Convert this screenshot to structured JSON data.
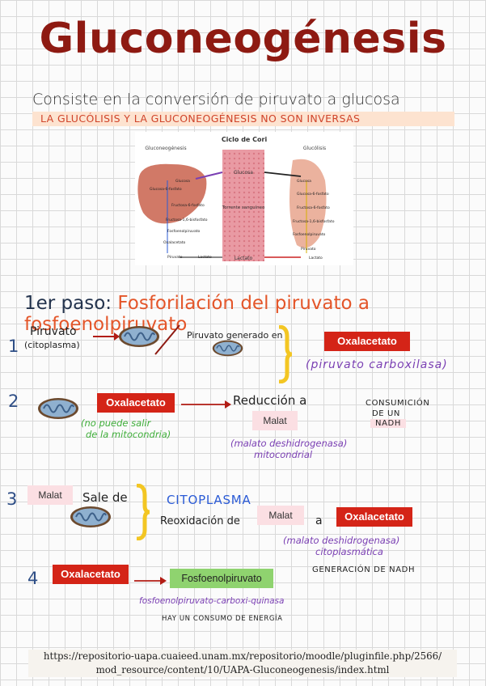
{
  "title": "Gluconeogénesis",
  "subtitle": "Consiste en la conversión de piruvato a glucosa",
  "banner": "LA GLUCÓLISIS Y LA GLUCONEOGÉNESIS NO SON INVERSAS",
  "diagram": {
    "title": "Ciclo de Cori",
    "left_label": "Gluconeogénesis",
    "right_label": "Glucólisis",
    "center_top": "Glucosa",
    "center_mid": "Torrente sanguíneo",
    "center_bottom": "Lactato",
    "liver_steps": [
      "Glucosa",
      "Glucosa-6-fosfato",
      "Fructosa-6-fosfato",
      "Fructosa-1,6-bisfosfato",
      "Fosfoenolpiruvato",
      "Oxalacetato",
      "Piruvato",
      "Lactato"
    ],
    "muscle_steps": [
      "Glucosa",
      "Glucosa-6-fosfato",
      "Fructosa-6-fosfato",
      "Fructosa-1,6-bisfosfato",
      "Fosfoenolpiruvato",
      "Piruvato",
      "Lactato"
    ]
  },
  "step_heading": {
    "prefix": "1er paso: ",
    "text": "Fosforilación del piruvato a fosfoenolpiruvato"
  },
  "step1": {
    "num": "1",
    "piruvato": "Piruvato",
    "citoplasma": "(citoplasma)",
    "generated": "Piruvato generado en",
    "box": "Oxalacetato",
    "enzyme": "(piruvato carboxilasa)"
  },
  "step2": {
    "num": "2",
    "box": "Oxalacetato",
    "note_line1": "(no puede salir",
    "note_line2": "de la mitocondria)",
    "reduction": "Reducción a",
    "malat": "Malat",
    "enzyme_line1": "(malato deshidrogenasa)",
    "enzyme_line2": "mitocondrial",
    "consumption": [
      "CONSUMICIÓN",
      "DE UN",
      "NADH"
    ]
  },
  "step3": {
    "num": "3",
    "malat": "Malat",
    "sale": "Sale de",
    "citoplasma": "CITOPLASMA",
    "reox": "Reoxidación de",
    "malat2": "Malat",
    "a": "a",
    "box": "Oxalacetato",
    "enzyme_line1": "(malato deshidrogenasa)",
    "enzyme_line2": "citoplasmática"
  },
  "step4": {
    "num": "4",
    "box": "Oxalacetato",
    "pep": "Fosfoenolpiruvato",
    "enzyme": "fosfoenolpiruvato-carboxi-quinasa",
    "nadh": "GENERACIÓN DE NADH",
    "energy": "HAY UN CONSUMO DE ENERGÍA"
  },
  "reference": [
    "https://repositorio-uapa.cuaieed.unam.mx/repositorio/moodle/pluginfile.php/2566/",
    "mod_resource/content/10/UAPA-Gluconeogenesis/index.html"
  ],
  "colors": {
    "title": "#8e1a12",
    "red_box": "#d42417",
    "pink_box": "#fbdfe3",
    "green_box": "#8fd36f",
    "purple": "#7a3fb3",
    "yellow_brace": "#f3c623",
    "blue": "#2b5bd6"
  }
}
